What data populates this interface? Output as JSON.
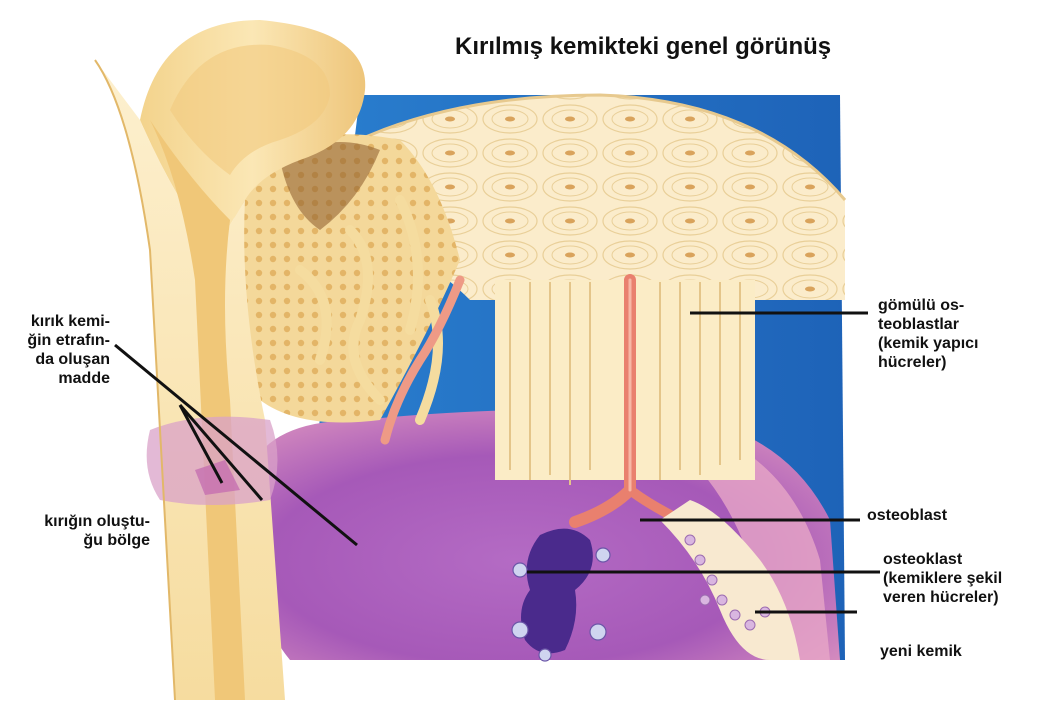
{
  "title": "Kırılmış kemikteki genel görünüş",
  "labels": {
    "callus": "kırık kemi-\nğin etrafın-\nda oluşan\nmadde",
    "fracture_zone": "kırığın oluştu-\nğu bölge",
    "embedded_osteoblasts": "gömülü os-\nteoblastlar\n(kemik yapıcı\nhücreler)",
    "osteoblast": "osteoblast",
    "osteoclast": "osteoklast\n(kemiklere şekil\nveren hücreler)",
    "new_bone": "yeni kemik"
  }
}
